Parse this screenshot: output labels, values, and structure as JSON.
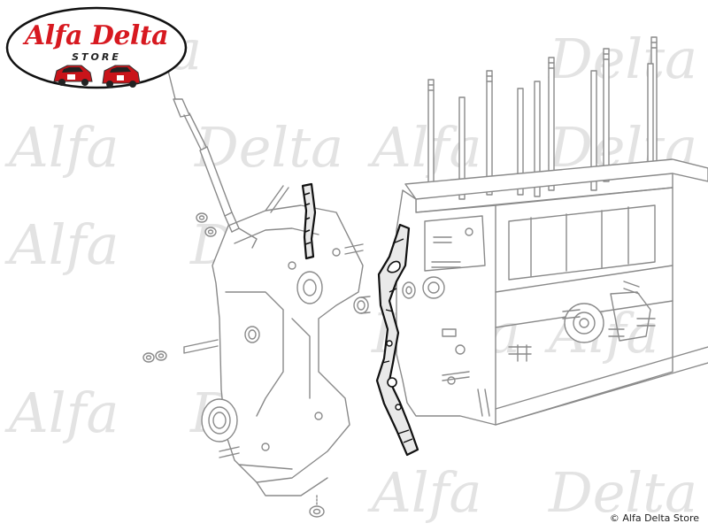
{
  "logo": {
    "title": "Alfa Delta",
    "subtitle": "STORE",
    "colors": {
      "ellipse_fill": "#ffffff",
      "ellipse_stroke": "#111111",
      "title": "#d71920",
      "car": "#c9141a"
    }
  },
  "watermark": {
    "texts": [
      "Alfa",
      "Delta"
    ],
    "color": "#e3e3e3"
  },
  "copyright": "© Alfa Delta Store",
  "diagram": {
    "colors": {
      "line": "#8a8a8a",
      "highlight": "#111111",
      "fill": "#f2f2f2"
    }
  }
}
